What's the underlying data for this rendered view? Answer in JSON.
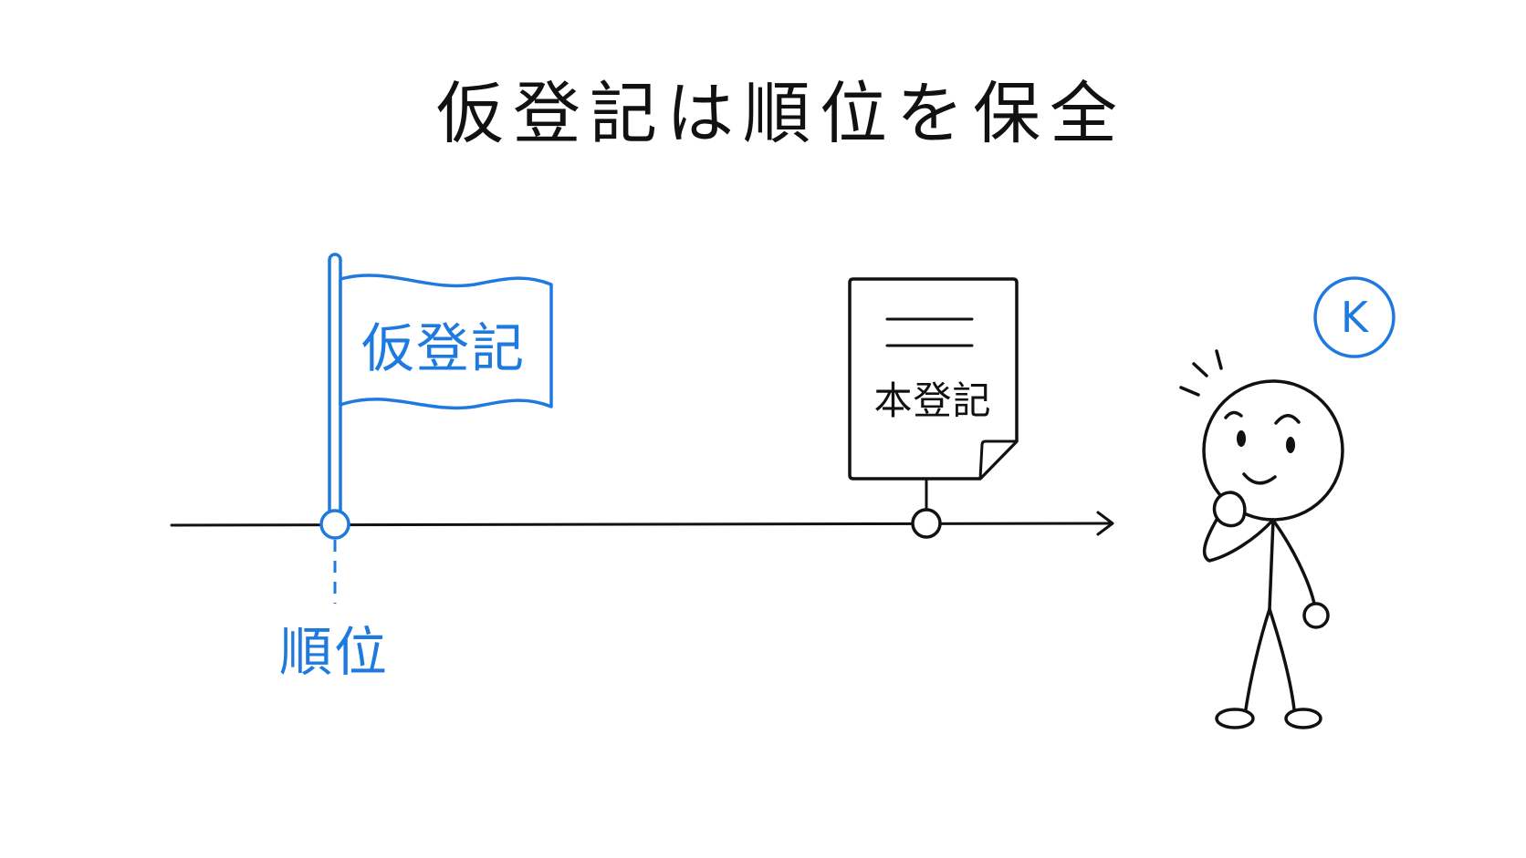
{
  "title": "仮登記は順位を保全",
  "flag": {
    "label": "仮登記"
  },
  "document": {
    "label": "本登記"
  },
  "rank": {
    "label": "順位"
  },
  "badge": {
    "letter": "K"
  },
  "colors": {
    "ink": "#111111",
    "accent": "#1f7ae0",
    "background": "#ffffff"
  },
  "icons": [
    "flag-icon",
    "document-icon",
    "stick-figure-icon",
    "badge-icon"
  ]
}
